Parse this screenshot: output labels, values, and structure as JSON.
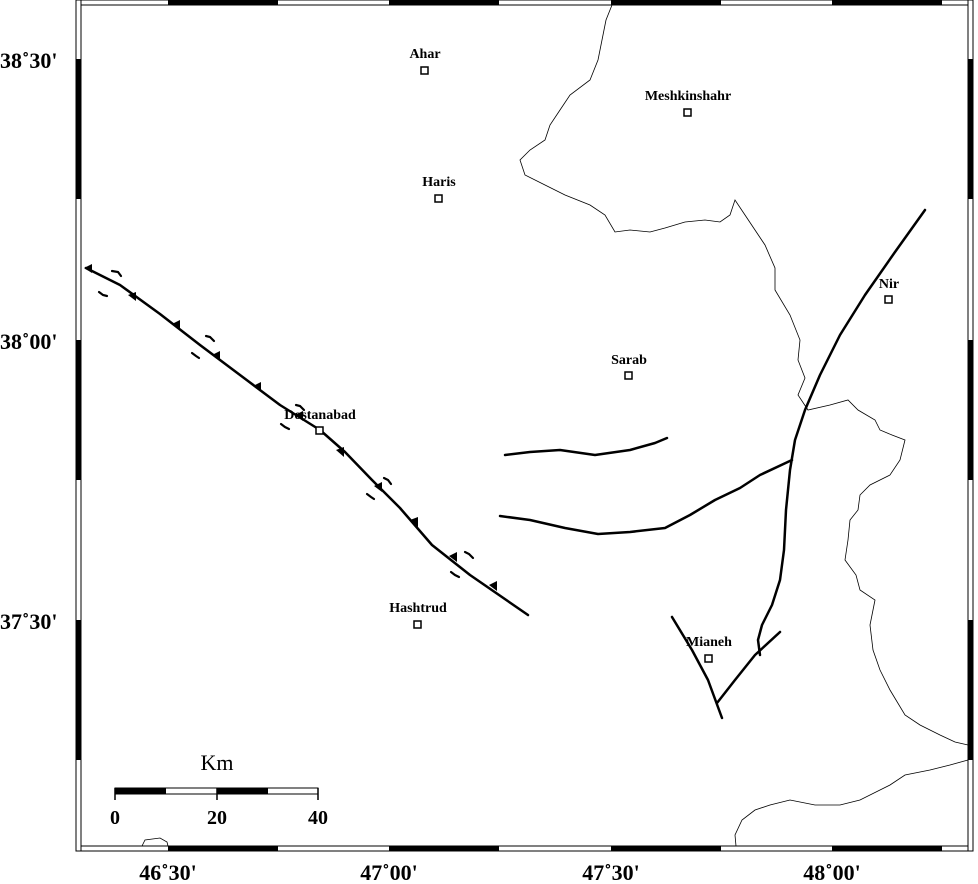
{
  "map": {
    "latitude_labels": [
      "38˚30'",
      "38˚00'",
      "37˚30'"
    ],
    "longitude_labels": [
      "46˚30'",
      "47˚00'",
      "47˚30'",
      "48˚00'"
    ],
    "cities": [
      {
        "name": "Ahar"
      },
      {
        "name": "Meshkinshahr"
      },
      {
        "name": "Haris"
      },
      {
        "name": "Nir"
      },
      {
        "name": "Sarab"
      },
      {
        "name": "Dostanabad"
      },
      {
        "name": "Hashtrud"
      },
      {
        "name": "Mianeh"
      }
    ],
    "scale_bar": {
      "unit": "Km",
      "labels": [
        "0",
        "20",
        "40"
      ]
    }
  }
}
